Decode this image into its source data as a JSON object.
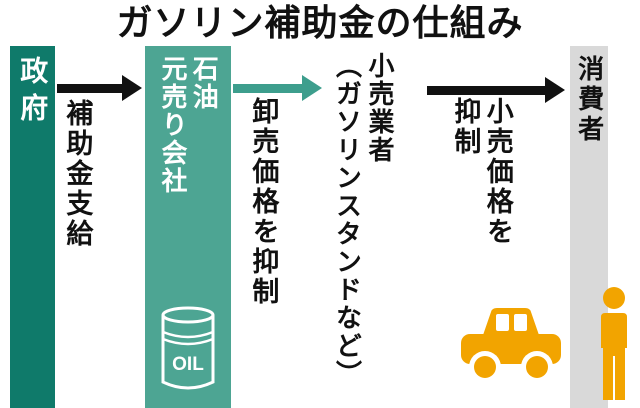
{
  "title": "ガソリン補助金の仕組み",
  "nodes": {
    "government": "政府",
    "oil_wholesaler": "石油\n元売り会社",
    "retailer": "小売業者\n（ガソリンスタンドなど）",
    "consumer": "消費者"
  },
  "arrows": {
    "subsidy": "補助金支給",
    "wholesale": "卸売価格を抑制",
    "retail": "小売価格を\n抑制"
  },
  "icons": {
    "barrel_label": "OIL",
    "barrel": "oil-barrel-icon",
    "car": "car-icon",
    "person": "person-icon"
  },
  "colors": {
    "government_bar": "#0f7a6a",
    "wholesaler_bar": "#4da593",
    "teal_arrow": "#3d9e8d",
    "consumer_bar": "#d9d9d9",
    "icon_orange": "#f2a400",
    "arrow_black": "#111111",
    "background": "#ffffff"
  }
}
